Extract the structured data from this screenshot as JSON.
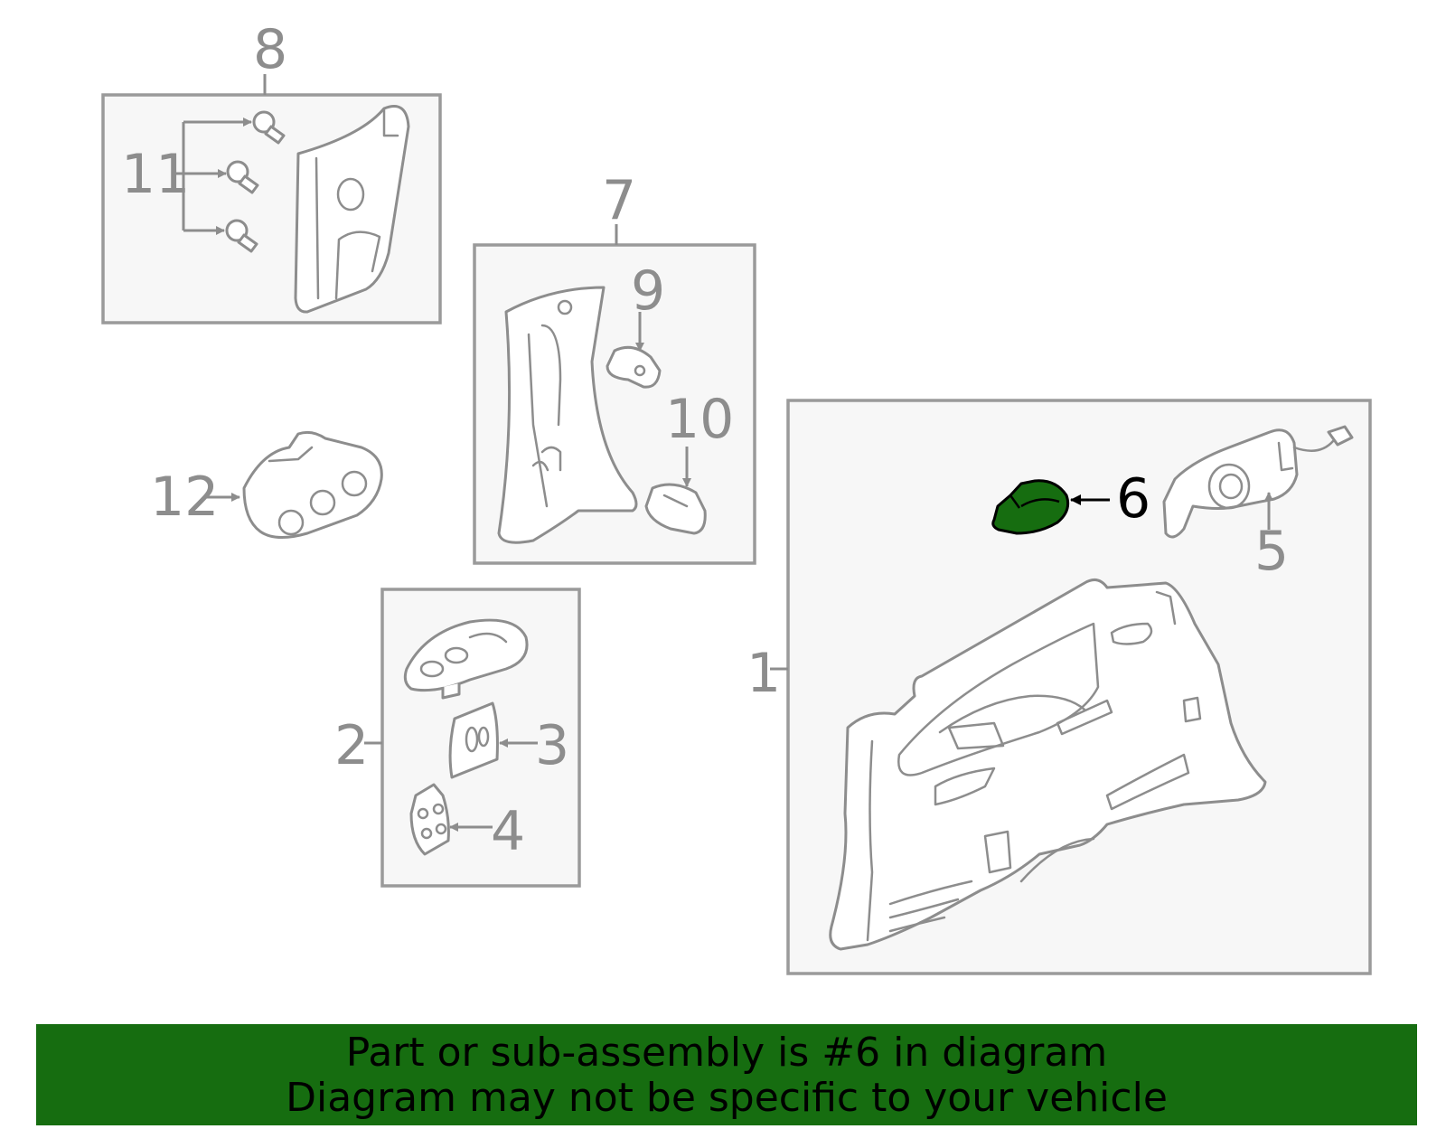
{
  "diagram": {
    "callouts": {
      "c1": "1",
      "c2": "2",
      "c3": "3",
      "c4": "4",
      "c5": "5",
      "c6": "6",
      "c7": "7",
      "c8": "8",
      "c9": "9",
      "c10": "10",
      "c11": "11",
      "c12": "12"
    },
    "highlighted_part": "6",
    "colors": {
      "highlight": "#166d10",
      "line": "#8d8d8d",
      "box_fill": "#f7f7f7",
      "banner": "#166d10"
    }
  },
  "banner": {
    "line1": "Part or sub-assembly is #6 in diagram",
    "line2": "Diagram may not be specific to your vehicle"
  }
}
